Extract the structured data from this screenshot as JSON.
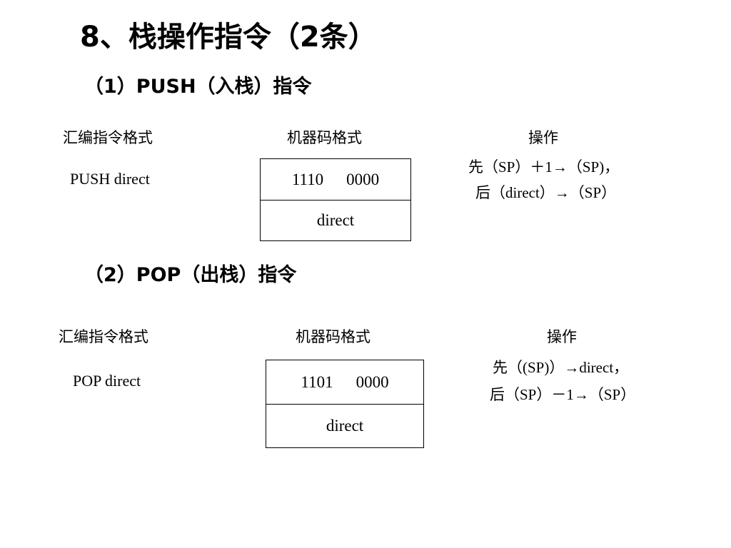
{
  "title": "8、栈操作指令（2条）",
  "sections": [
    {
      "heading": "（1）PUSH（入栈）指令",
      "col_headers": {
        "assembly": "汇编指令格式",
        "machine": "机器码格式",
        "operation": "操作"
      },
      "assembly_format": "PUSH   direct",
      "machine_code": {
        "opcode_high": "1110",
        "opcode_low": "0000",
        "operand": "direct"
      },
      "operation": {
        "line1": "先（SP）＋1→（SP)，",
        "line2": "后（direct）→（SP）"
      }
    },
    {
      "heading": "（2）POP（出栈）指令",
      "col_headers": {
        "assembly": "汇编指令格式",
        "machine": "机器码格式",
        "operation": "操作"
      },
      "assembly_format": "POP   direct",
      "machine_code": {
        "opcode_high": "1101",
        "opcode_low": "0000",
        "operand": "direct"
      },
      "operation": {
        "line1": "先（(SP)）→direct，",
        "line2": "后（SP）－1→（SP）"
      }
    }
  ]
}
